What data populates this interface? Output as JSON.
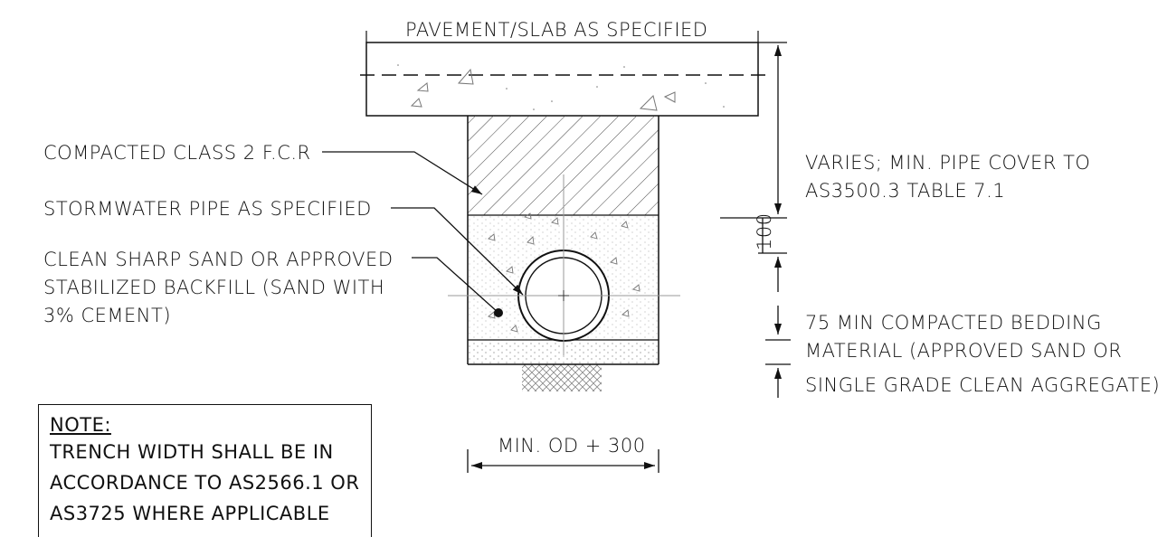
{
  "labels": {
    "pavement": "PAVEMENT/SLAB AS SPECIFIED",
    "fcr": "COMPACTED CLASS 2 F.C.R",
    "pipe": "STORMWATER PIPE AS SPECIFIED",
    "sand_line1": "CLEAN SHARP SAND OR APPROVED",
    "sand_line2": "STABILIZED BACKFILL (SAND WITH",
    "sand_line3": "3% CEMENT)",
    "cover_line1": "VARIES; MIN. PIPE COVER TO",
    "cover_line2": "AS3500.3 TABLE 7.1",
    "dim_100": "100",
    "bedding_line1": "75 MIN COMPACTED BEDDING",
    "bedding_line2": "MATERIAL (APPROVED SAND OR",
    "bedding_line3": "SINGLE GRADE CLEAN AGGREGATE)",
    "width": "MIN. OD + 300"
  },
  "note": {
    "heading": "NOTE:",
    "line1": "TRENCH WIDTH SHALL BE IN",
    "line2": "ACCORDANCE TO AS2566.1 OR",
    "line3": "AS3725 WHERE APPLICABLE"
  }
}
